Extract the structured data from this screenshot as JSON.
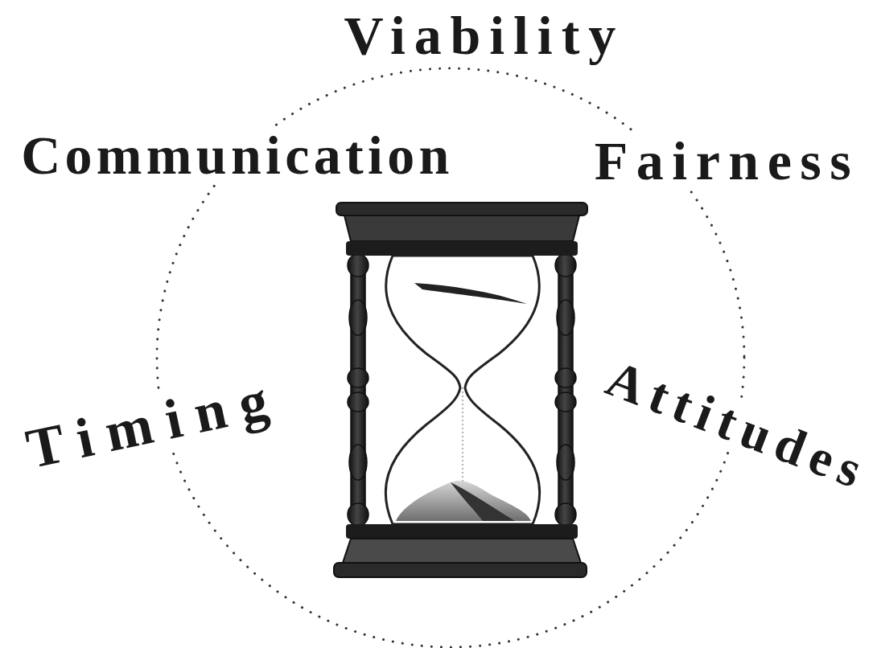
{
  "diagram": {
    "labels": [
      "Viability",
      "Communication",
      "Fairness",
      "Timing",
      "Attitudes"
    ]
  }
}
